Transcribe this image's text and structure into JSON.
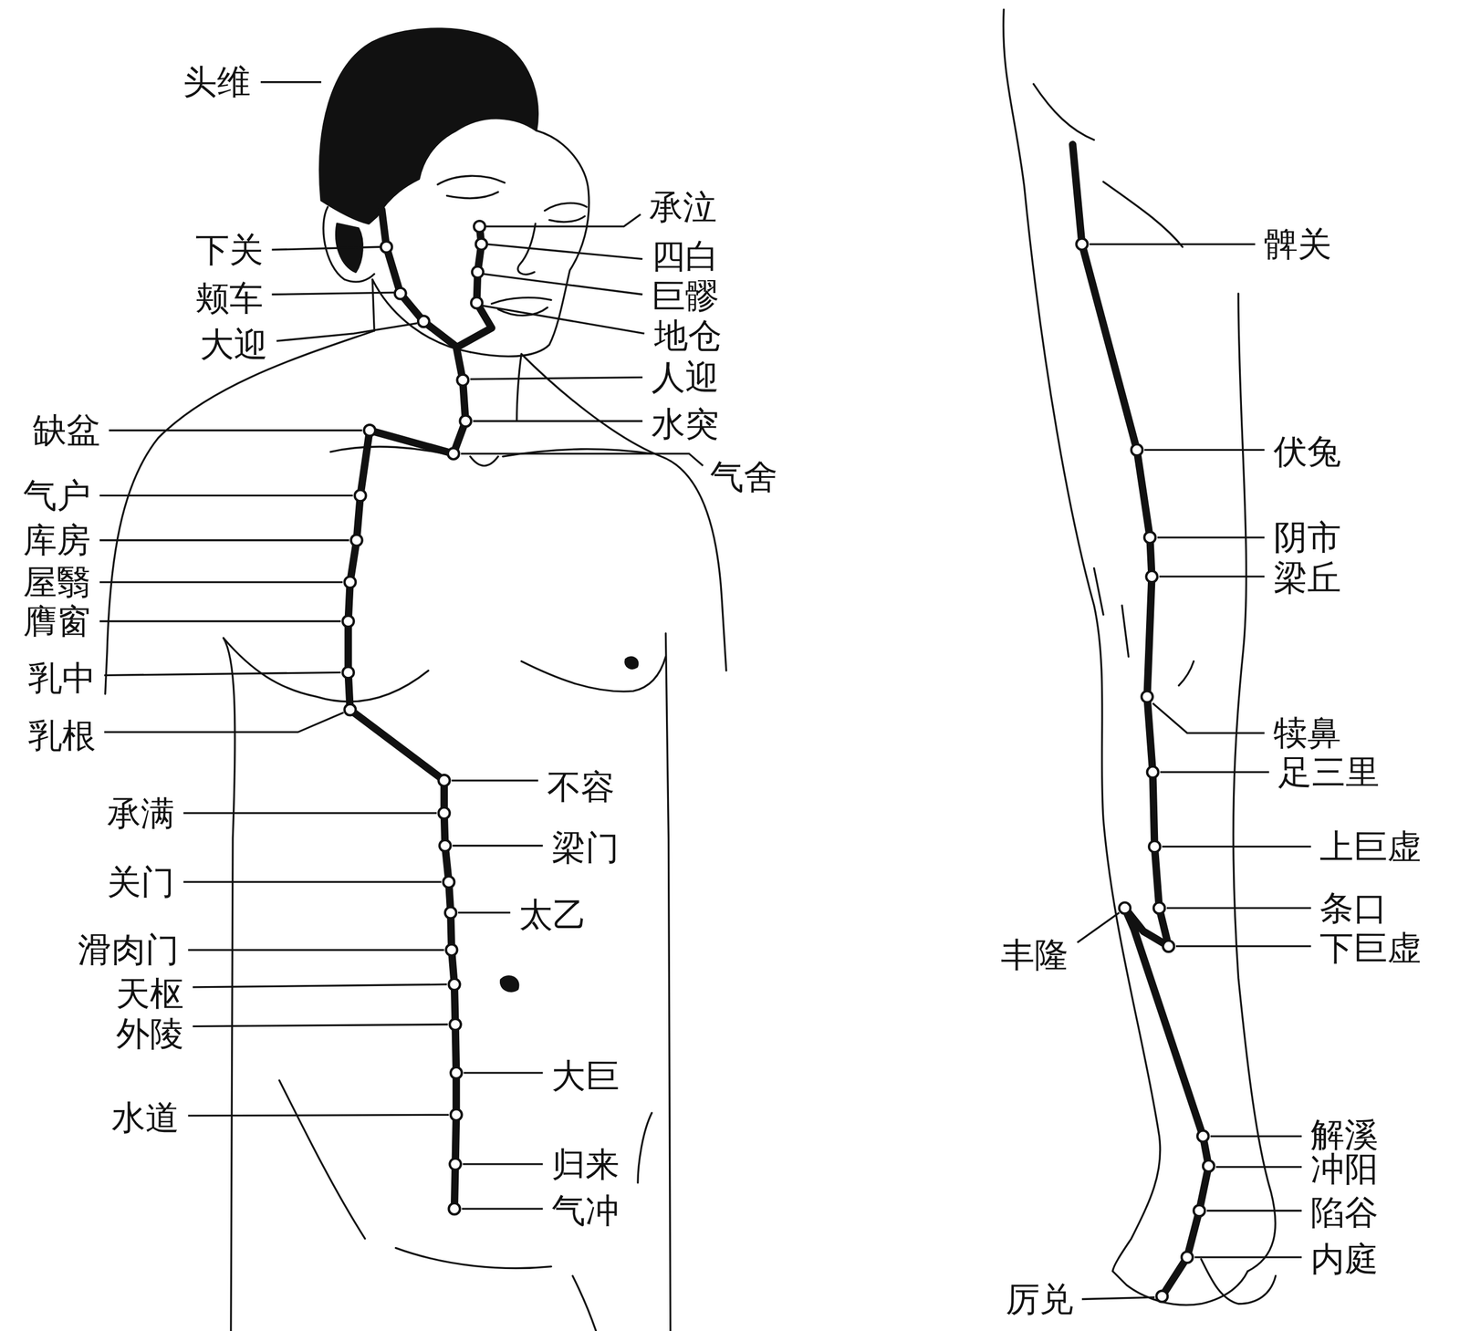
{
  "diagram": {
    "labels": [
      "头维",
      "下关",
      "颊车",
      "大迎",
      "承泣",
      "四白",
      "巨髎",
      "地仓",
      "人迎",
      "水突",
      "气舍",
      "缺盆",
      "气户",
      "库房",
      "屋翳",
      "膺窗",
      "乳中",
      "乳根",
      "不容",
      "承满",
      "梁门",
      "关门",
      "太乙",
      "滑肉门",
      "天枢",
      "外陵",
      "大巨",
      "水道",
      "归来",
      "气冲",
      "髀关",
      "伏兔",
      "阴市",
      "梁丘",
      "犊鼻",
      "足三里",
      "上巨虚",
      "条口",
      "下巨虚",
      "丰隆",
      "解溪",
      "冲阳",
      "陷谷",
      "内庭",
      "厉兑"
    ]
  }
}
